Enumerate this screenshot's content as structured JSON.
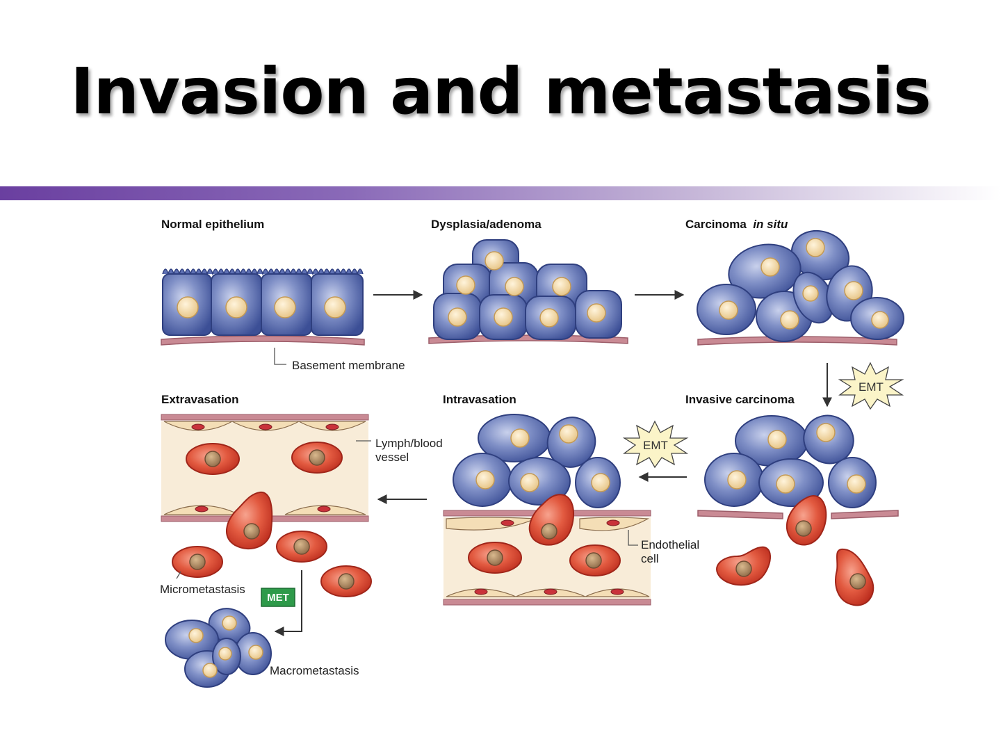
{
  "slide": {
    "title": "Invasion and metastasis"
  },
  "diagram": {
    "stages": {
      "normal": "Normal epithelium",
      "dysplasia": "Dysplasia/adenoma",
      "cis": "Carcinoma",
      "cis_italic": "in situ",
      "invasive": "Invasive carcinoma",
      "intravasation": "Intravasation",
      "extravasation": "Extravasation"
    },
    "annotations": {
      "basement": "Basement membrane",
      "vessel_line1": "Lymph/blood",
      "vessel_line2": "vessel",
      "endothelial_line1": "Endothelial",
      "endothelial_line2": "cell",
      "micro": "Micrometastasis",
      "macro": "Macrometastasis"
    },
    "badges": {
      "emt_1": "EMT",
      "emt_2": "EMT",
      "met": "MET"
    },
    "colors": {
      "epithelial_cell": "#4f63a8",
      "tumor_cell": "#d8432e",
      "nucleus": "#f1d8a4",
      "membrane": "#b96a78",
      "vessel_fill": "#f8ecd8",
      "met_badge": "#2e9a4a"
    }
  }
}
